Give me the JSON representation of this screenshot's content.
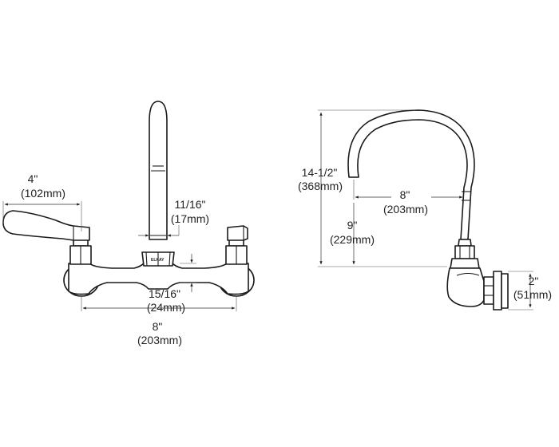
{
  "front_view": {
    "brand": "ELKAY",
    "dim_handle": {
      "imperial": "4\"",
      "metric": "(102mm)"
    },
    "dim_spout_dia": {
      "imperial": "11/16\"",
      "metric": "(17mm)"
    },
    "dim_body_height": {
      "imperial": "15/16\"",
      "metric": "(24mm)"
    },
    "dim_centers": {
      "imperial": "8\"",
      "metric": "(203mm)"
    }
  },
  "side_view": {
    "dim_total_height": {
      "imperial": "14-1/2\"",
      "metric": "(368mm)"
    },
    "dim_reach": {
      "imperial": "8\"",
      "metric": "(203mm)"
    },
    "dim_spout_height": {
      "imperial": "9\"",
      "metric": "(229mm)"
    },
    "dim_flange": {
      "imperial": "2\"",
      "metric": "(51mm)"
    }
  }
}
